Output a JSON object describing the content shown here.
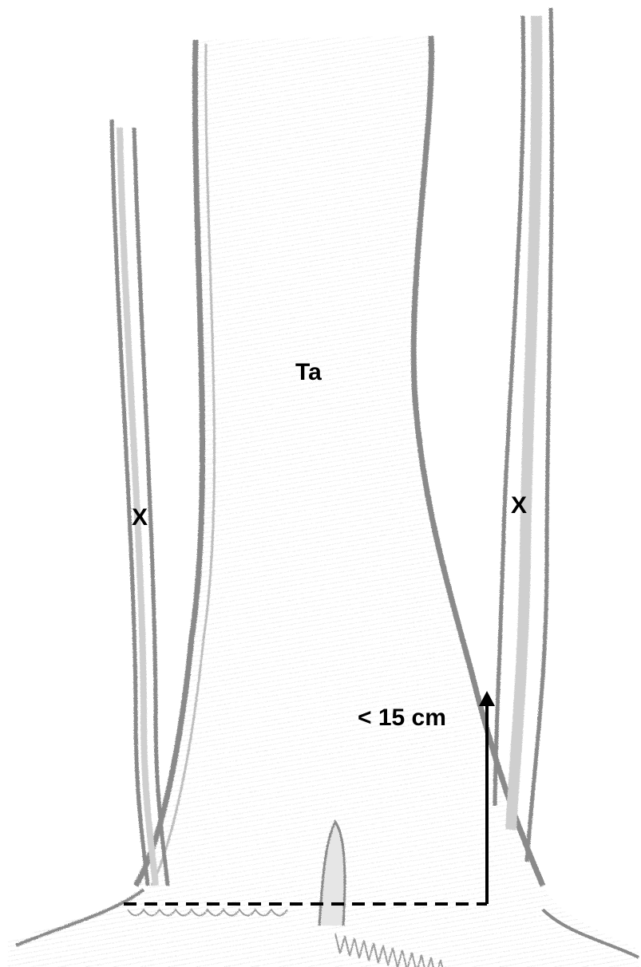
{
  "labels": {
    "main_trunk": "Ta",
    "left_stem": "X",
    "right_stem": "X",
    "height_limit": "< 15 cm"
  },
  "colors": {
    "pencil_stroke": "#8a8a8a",
    "pencil_dark": "#6f6f6f",
    "shading": "#d9d9d9",
    "annotation": "#000000",
    "background": "#ffffff"
  }
}
